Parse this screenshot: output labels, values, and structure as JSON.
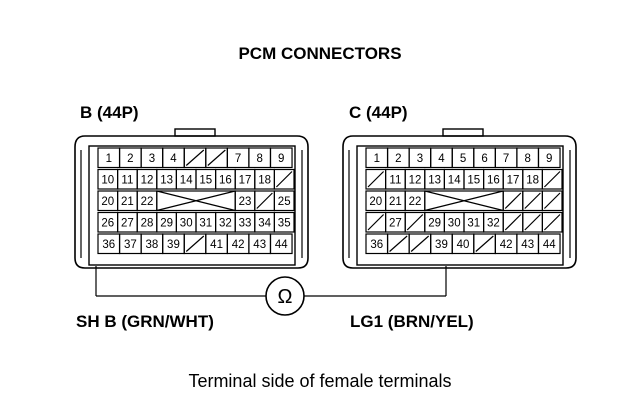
{
  "title": "PCM CONNECTORS",
  "caption": "Terminal side of female terminals",
  "ohm_symbol": "Ω",
  "connectors": {
    "b": {
      "label": "B (44P)",
      "wire_label": "SH B (GRN/WHT)",
      "rows": [
        [
          "1",
          "2",
          "3",
          "4",
          "",
          "",
          "7",
          "8",
          "9"
        ],
        [
          "10",
          "11",
          "12",
          "13",
          "14",
          "15",
          "16",
          "17",
          "18",
          ""
        ],
        [
          "20",
          "21",
          "22",
          "",
          "23",
          "",
          "25"
        ],
        [
          "26",
          "27",
          "28",
          "29",
          "30",
          "31",
          "32",
          "33",
          "34",
          "35"
        ],
        [
          "36",
          "37",
          "38",
          "39",
          "",
          "41",
          "42",
          "43",
          "44"
        ]
      ]
    },
    "c": {
      "label": "C (44P)",
      "wire_label": "LG1 (BRN/YEL)",
      "rows": [
        [
          "1",
          "2",
          "3",
          "4",
          "5",
          "6",
          "7",
          "8",
          "9"
        ],
        [
          "",
          "11",
          "12",
          "13",
          "14",
          "15",
          "16",
          "17",
          "18",
          ""
        ],
        [
          "20",
          "21",
          "22",
          "",
          "",
          "",
          ""
        ],
        [
          "",
          "27",
          "",
          "29",
          "30",
          "31",
          "32",
          "",
          "",
          " "
        ],
        [
          "36",
          "",
          "",
          "39",
          "40",
          "",
          "42",
          "43",
          "44"
        ]
      ]
    }
  }
}
